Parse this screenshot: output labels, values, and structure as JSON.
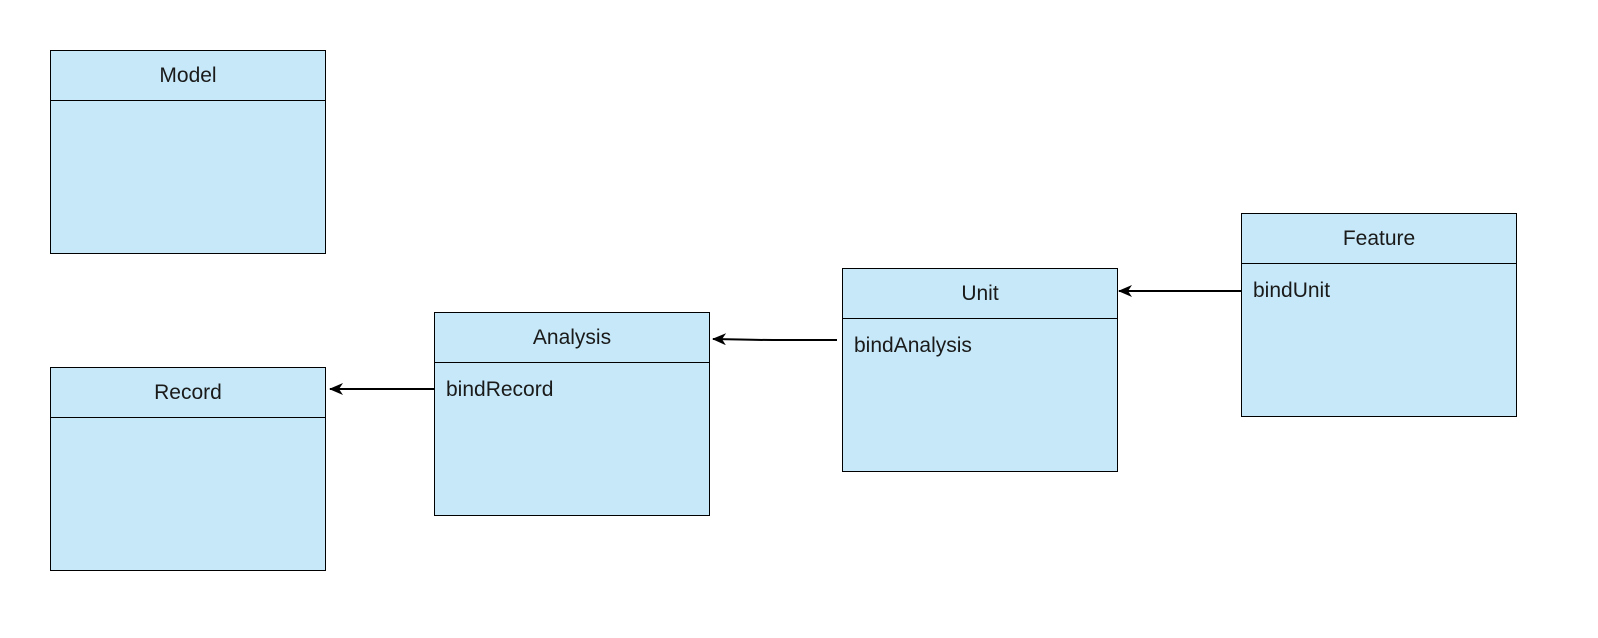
{
  "diagram": {
    "classes": {
      "model": {
        "title": "Model",
        "attribute": ""
      },
      "record": {
        "title": "Record",
        "attribute": ""
      },
      "analysis": {
        "title": "Analysis",
        "attribute": "bindRecord"
      },
      "unit": {
        "title": "Unit",
        "attribute": "bindAnalysis"
      },
      "feature": {
        "title": "Feature",
        "attribute": "bindUnit"
      }
    },
    "connections": [
      {
        "from": "feature",
        "to": "unit"
      },
      {
        "from": "unit",
        "to": "analysis"
      },
      {
        "from": "analysis",
        "to": "record"
      }
    ],
    "colors": {
      "box_fill": "#c6e8f8",
      "border": "#000000",
      "arrow": "#000000"
    }
  }
}
